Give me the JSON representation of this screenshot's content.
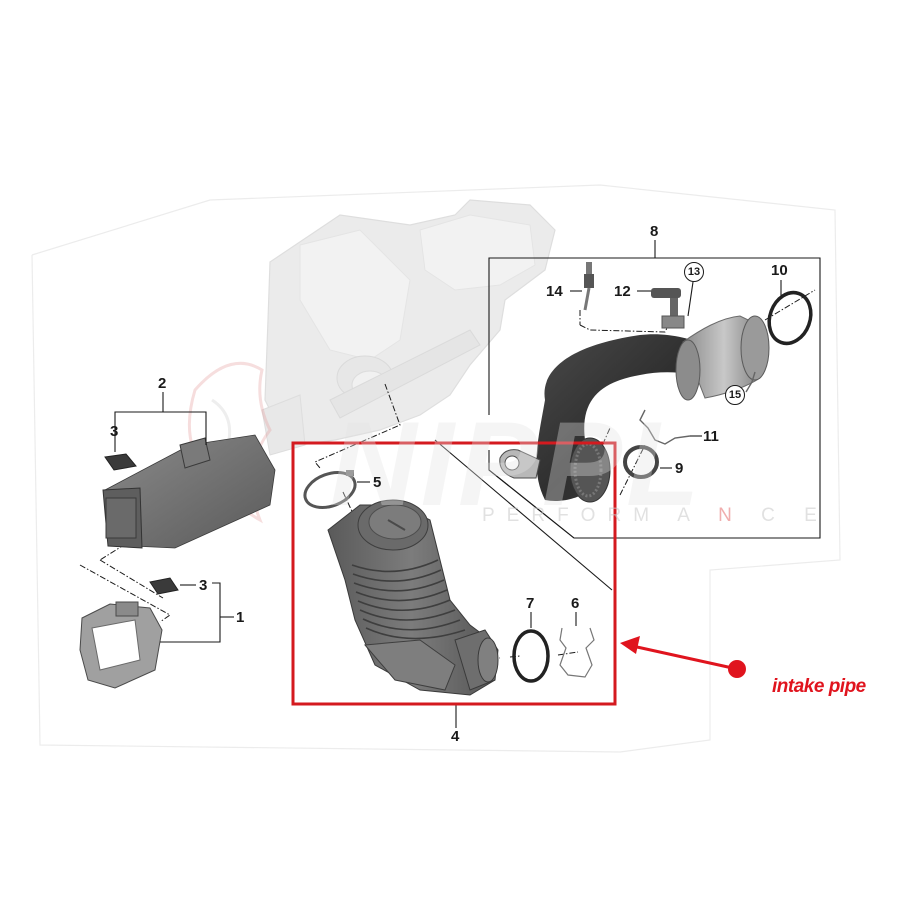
{
  "diagram": {
    "type": "exploded-parts-diagram",
    "subject": "air intake assembly",
    "parts": [
      {
        "number": "1",
        "style": "plain"
      },
      {
        "number": "2",
        "style": "plain"
      },
      {
        "number": "3",
        "style": "plain",
        "occurrences": 2
      },
      {
        "number": "4",
        "style": "plain"
      },
      {
        "number": "5",
        "style": "plain"
      },
      {
        "number": "6",
        "style": "plain"
      },
      {
        "number": "7",
        "style": "plain"
      },
      {
        "number": "8",
        "style": "plain"
      },
      {
        "number": "9",
        "style": "plain"
      },
      {
        "number": "10",
        "style": "plain"
      },
      {
        "number": "11",
        "style": "plain"
      },
      {
        "number": "12",
        "style": "plain"
      },
      {
        "number": "13",
        "style": "circled"
      },
      {
        "number": "14",
        "style": "plain"
      },
      {
        "number": "15",
        "style": "circled"
      }
    ],
    "labels": {
      "p1": "1",
      "p2": "2",
      "p3a": "3",
      "p3b": "3",
      "p4": "4",
      "p5": "5",
      "p6": "6",
      "p7": "7",
      "p8": "8",
      "p9": "9",
      "p10": "10",
      "p11": "11",
      "p12": "12",
      "p13": "13",
      "p14": "14",
      "p15": "15"
    },
    "highlight": {
      "target_part": "4",
      "box_color": "#d41a1f",
      "callout_text": "intake pipe",
      "callout_color": "#e0141e"
    },
    "watermark": {
      "brand": "NIPPL",
      "tagline_before": "PERFOR",
      "tagline_mid": "M A ",
      "tagline_red": "N",
      "tagline_after": " C E"
    },
    "colors": {
      "line": "#1a1a1a",
      "hose_dark": "#3a3a3a",
      "part_gray": "#6e6e6e",
      "ghost_airbox": "#e4e4e4"
    }
  }
}
